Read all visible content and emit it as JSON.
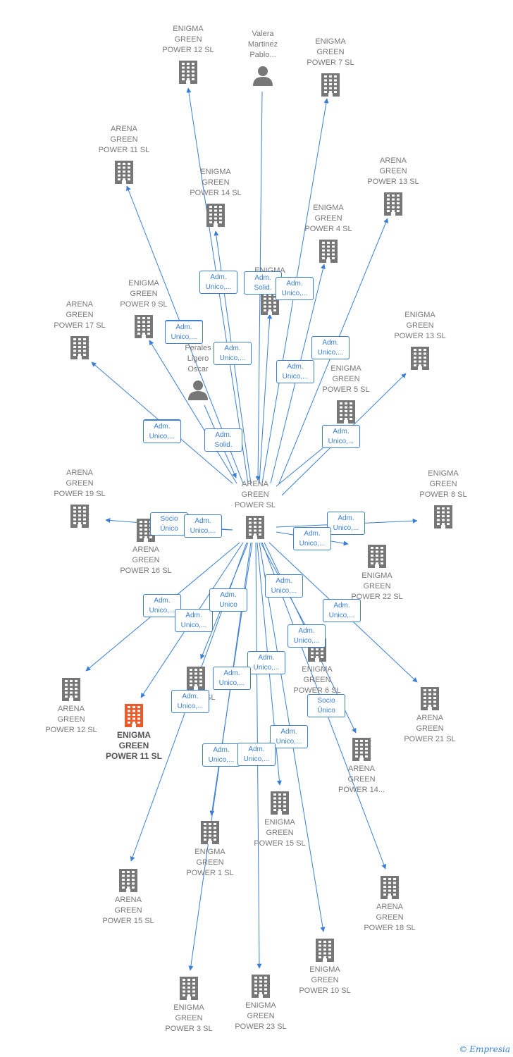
{
  "colors": {
    "edge": "#3a7fd5",
    "icon": "#777777",
    "focus": "#f05a28",
    "label": "#777777"
  },
  "nodes": [
    {
      "id": "center",
      "label": "ARENA\nGREEN\nPOWER  SL",
      "type": "company"
    },
    {
      "id": "eg12",
      "label": "ENIGMA\nGREEN\nPOWER 12  SL",
      "type": "company"
    },
    {
      "id": "valera",
      "label": "Valera\nMartinez\nPablo...",
      "type": "person"
    },
    {
      "id": "eg7",
      "label": "ENIGMA\nGREEN\nPOWER 7  SL",
      "type": "company"
    },
    {
      "id": "ag11",
      "label": "ARENA\nGREEN\nPOWER 11  SL",
      "type": "company"
    },
    {
      "id": "eg14",
      "label": "ENIGMA\nGREEN\nPOWER 14  SL",
      "type": "company"
    },
    {
      "id": "ag13",
      "label": "ARENA\nGREEN\nPOWER 13  SL",
      "type": "company"
    },
    {
      "id": "eg4",
      "label": "ENIGMA\nGREEN\nPOWER 4  SL",
      "type": "company"
    },
    {
      "id": "egx",
      "label": "ENIGMA\nGREEN",
      "type": "company"
    },
    {
      "id": "eg9",
      "label": "ENIGMA\nGREEN\nPOWER 9  SL",
      "type": "company"
    },
    {
      "id": "ag17",
      "label": "ARENA\nGREEN\nPOWER 17  SL",
      "type": "company"
    },
    {
      "id": "perales",
      "label": "Perales\nLigero\nOscar",
      "type": "person"
    },
    {
      "id": "eg13",
      "label": "ENIGMA\nGREEN\nPOWER 13  SL",
      "type": "company"
    },
    {
      "id": "eg5",
      "label": "ENIGMA\nGREEN\nPOWER 5  SL",
      "type": "company"
    },
    {
      "id": "ag19",
      "label": "ARENA\nGREEN\nPOWER 19  SL",
      "type": "company"
    },
    {
      "id": "ag16",
      "label": "ARENA\nGREEN\nPOWER 16  SL",
      "type": "company"
    },
    {
      "id": "eg8",
      "label": "ENIGMA\nGREEN\nPOWER 8  SL",
      "type": "company"
    },
    {
      "id": "eg22",
      "label": "ENIGMA\nGREEN\nPOWER 22  SL",
      "type": "company"
    },
    {
      "id": "ag12",
      "label": "ARENA\nGREEN\nPOWER 12  SL",
      "type": "company"
    },
    {
      "id": "eg11",
      "label": "ENIGMA\nGREEN\nPOWER 11  SL",
      "type": "focus"
    },
    {
      "id": "ren15",
      "label": "REN 15  SL",
      "type": "company"
    },
    {
      "id": "eg6",
      "label": "ENIGMA\nGREEN\nPOWER 6  SL",
      "type": "company"
    },
    {
      "id": "ag21",
      "label": "ARENA\nGREEN\nPOWER 21  SL",
      "type": "company"
    },
    {
      "id": "ag14",
      "label": "ARENA\nGREEN\nPOWER 14...",
      "type": "company"
    },
    {
      "id": "eg15",
      "label": "ENIGMA\nGREEN\nPOWER 15  SL",
      "type": "company"
    },
    {
      "id": "eg1",
      "label": "ENIGMA\nGREEN\nPOWER 1  SL",
      "type": "company"
    },
    {
      "id": "ag15",
      "label": "ARENA\nGREEN\nPOWER 15  SL",
      "type": "company"
    },
    {
      "id": "ag18",
      "label": "ARENA\nGREEN\nPOWER 18  SL",
      "type": "company"
    },
    {
      "id": "eg10",
      "label": "ENIGMA\nGREEN\nPOWER 10  SL",
      "type": "company"
    },
    {
      "id": "eg3",
      "label": "ENIGMA\nGREEN\nPOWER 3  SL",
      "type": "company"
    },
    {
      "id": "eg23",
      "label": "ENIGMA\nGREEN\nPOWER 23  SL",
      "type": "company"
    }
  ],
  "edges": [
    {
      "from": "center",
      "to": "eg12",
      "label": "Adm.\nUnico,..."
    },
    {
      "from": "valera",
      "to": "center",
      "label": "Adm.\nSolid."
    },
    {
      "from": "center",
      "to": "eg7",
      "label": "Adm.\nUnico,..."
    },
    {
      "from": "center",
      "to": "ag11",
      "label": "Adm.\nUnico,..."
    },
    {
      "from": "center",
      "to": "eg14",
      "label": "Adm.\nUnico,..."
    },
    {
      "from": "center",
      "to": "ag13",
      "label": "Adm.\nUnico,..."
    },
    {
      "from": "center",
      "to": "eg4",
      "label": "Adm.\nUnico,..."
    },
    {
      "from": "center",
      "to": "egx",
      "label": "Adm.\nUnico,..."
    },
    {
      "from": "center",
      "to": "eg9",
      "label": "Adm.\nUnico,..."
    },
    {
      "from": "center",
      "to": "ag17",
      "label": "Adm.\nUnico,..."
    },
    {
      "from": "perales",
      "to": "center",
      "label": "Adm.\nSolid."
    },
    {
      "from": "center",
      "to": "eg13",
      "label": "Adm.\nUnico,..."
    },
    {
      "from": "center",
      "to": "eg5",
      "label": "Adm.\nUnico,..."
    },
    {
      "from": "center",
      "to": "ag19",
      "label": "Socio\nÚnico"
    },
    {
      "from": "center",
      "to": "ag16",
      "label": "Adm.\nUnico,..."
    },
    {
      "from": "center",
      "to": "eg8",
      "label": "Adm.\nUnico,..."
    },
    {
      "from": "center",
      "to": "eg22",
      "label": "Adm.\nUnico,..."
    },
    {
      "from": "center",
      "to": "ag12",
      "label": "Adm.\nUnico,..."
    },
    {
      "from": "center",
      "to": "eg11",
      "label": "Adm.\nUnico,..."
    },
    {
      "from": "center",
      "to": "ren15",
      "label": "Adm.\nUnico"
    },
    {
      "from": "center",
      "to": "eg6",
      "label": "Adm.\nUnico,..."
    },
    {
      "from": "center",
      "to": "ag21",
      "label": "Adm.\nUnico,..."
    },
    {
      "from": "center",
      "to": "ag14",
      "label": "Adm.\nUnico,..."
    },
    {
      "from": "center",
      "to": "eg15",
      "label": "Adm.\nUnico,..."
    },
    {
      "from": "center",
      "to": "eg1",
      "label": "Adm.\nUnico,..."
    },
    {
      "from": "center",
      "to": "ag15",
      "label": "Adm.\nUnico,..."
    },
    {
      "from": "center",
      "to": "ag18",
      "label": "Socio\nÚnico"
    },
    {
      "from": "center",
      "to": "eg10",
      "label": "Adm.\nUnico,..."
    },
    {
      "from": "center",
      "to": "eg3",
      "label": "Adm.\nUnico,..."
    },
    {
      "from": "center",
      "to": "eg23",
      "label": "Adm.\nUnico,..."
    }
  ],
  "credit": {
    "symbol": "©",
    "brand": "Empresia"
  }
}
